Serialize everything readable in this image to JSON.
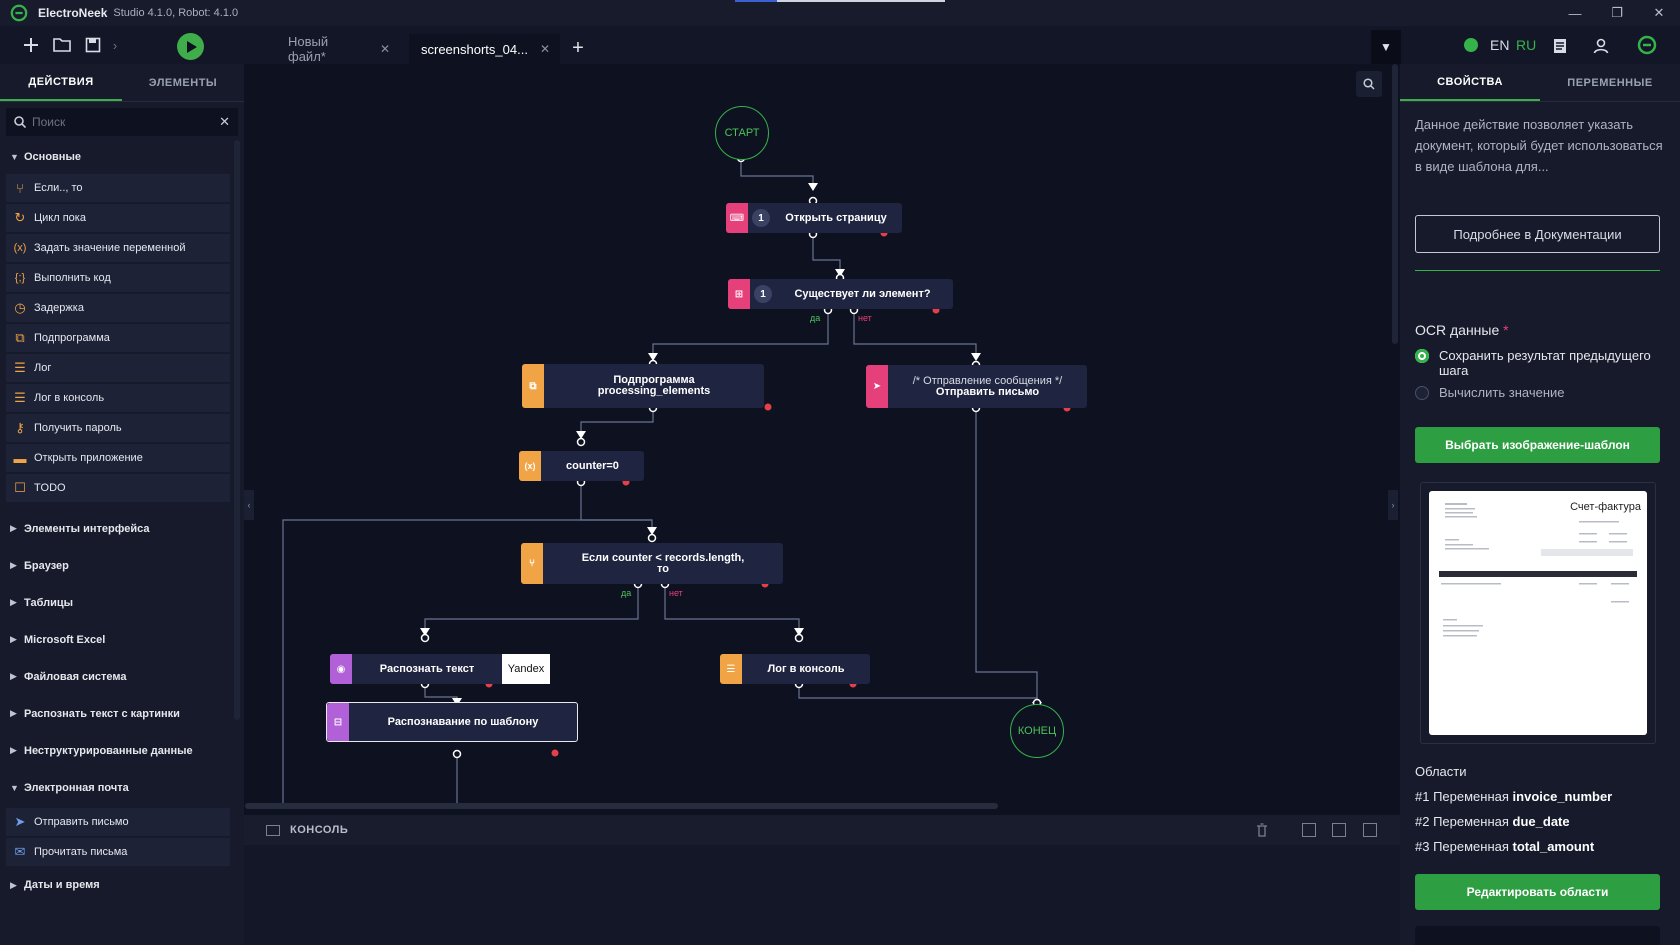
{
  "titlebar": {
    "app_name": "ElectroNeek",
    "version": "Studio 4.1.0, Robot: 4.1.0",
    "minimize": "—",
    "restore": "❐",
    "close": "✕"
  },
  "toolbar": {
    "tabs": [
      {
        "label": "Новый файл*",
        "close": "✕"
      },
      {
        "label": "screenshorts_04...",
        "close": "✕"
      }
    ],
    "add_tab": "+",
    "dropdown": "▼",
    "lang_en": "EN",
    "lang_ru": "RU"
  },
  "left": {
    "tabs": [
      "ДЕЙСТВИЯ",
      "ЭЛЕМЕНТЫ"
    ],
    "search_placeholder": "Поиск",
    "category_main": "Основные",
    "main_items": [
      {
        "label": "Если.., то",
        "icon": "branch-icon"
      },
      {
        "label": "Цикл пока",
        "icon": "loop-icon"
      },
      {
        "label": "Задать значение переменной",
        "icon": "variable-icon"
      },
      {
        "label": "Выполнить код",
        "icon": "code-icon"
      },
      {
        "label": "Задержка",
        "icon": "clock-icon"
      },
      {
        "label": "Подпрограмма",
        "icon": "subprogram-icon"
      },
      {
        "label": "Лог",
        "icon": "log-icon"
      },
      {
        "label": "Лог в консоль",
        "icon": "log-console-icon"
      },
      {
        "label": "Получить пароль",
        "icon": "key-icon"
      },
      {
        "label": "Открыть приложение",
        "icon": "window-icon"
      },
      {
        "label": "TODO",
        "icon": "todo-icon"
      }
    ],
    "categories": [
      "Элементы интерфейса",
      "Браузер",
      "Таблицы",
      "Microsoft Excel",
      "Файловая система",
      "Распознать текст с картинки",
      "Неструктурированные данные"
    ],
    "category_email": "Электронная почта",
    "email_items": [
      {
        "label": "Отправить письмо",
        "icon": "send-icon"
      },
      {
        "label": "Прочитать письма",
        "icon": "mail-read-icon"
      }
    ],
    "category_dates": "Даты и время"
  },
  "flow": {
    "start": "СТАРТ",
    "end": "КОНЕЦ",
    "open_page": {
      "badge": "1",
      "label": "Открыть страницу"
    },
    "element_exists": {
      "badge": "1",
      "label": "Существует ли элемент?"
    },
    "yes": "да",
    "no": "нет",
    "subprogram": {
      "line1": "Подпрограмма",
      "line2": "processing_elements"
    },
    "send_mail": {
      "comment": "/* Отправление сообщения */",
      "label": "Отправить письмо"
    },
    "counter": "counter=0",
    "if_counter": {
      "line1": "Если counter < records.length,",
      "line2": "то"
    },
    "recognize_text": "Распознать текст",
    "yandex": "Yandex",
    "log_console": "Лог в консоль",
    "recognize_template": "Распознавание по шаблону"
  },
  "console": {
    "title": "КОНСОЛЬ"
  },
  "right": {
    "tabs": [
      "СВОЙСТВА",
      "ПЕРЕМЕННЫЕ"
    ],
    "description": "Данное действие позволяет указать документ, который будет использоваться в виде шаблона для...",
    "doc_button": "Подробнее в Документации",
    "ocr_label": "OCR данные",
    "required_mark": "*",
    "radio_save": "Сохранить результат предыдущего шага",
    "radio_calc": "Вычислить значение",
    "choose_template_button": "Выбрать изображение-шаблон",
    "thumbnail_title": "Счет-фактура",
    "areas_title": "Области",
    "areas": [
      {
        "prefix": "#1 Переменная",
        "name": "invoice_number"
      },
      {
        "prefix": "#2 Переменная",
        "name": "due_date"
      },
      {
        "prefix": "#3 Переменная",
        "name": "total_amount"
      }
    ],
    "edit_areas_button": "Редактировать области"
  },
  "colors": {
    "accent_green": "#35b34a",
    "pink": "#e5407a",
    "orange": "#f0a445",
    "purple": "#b160d8",
    "node_bg": "#1f2540",
    "canvas_bg": "#0d1120"
  }
}
